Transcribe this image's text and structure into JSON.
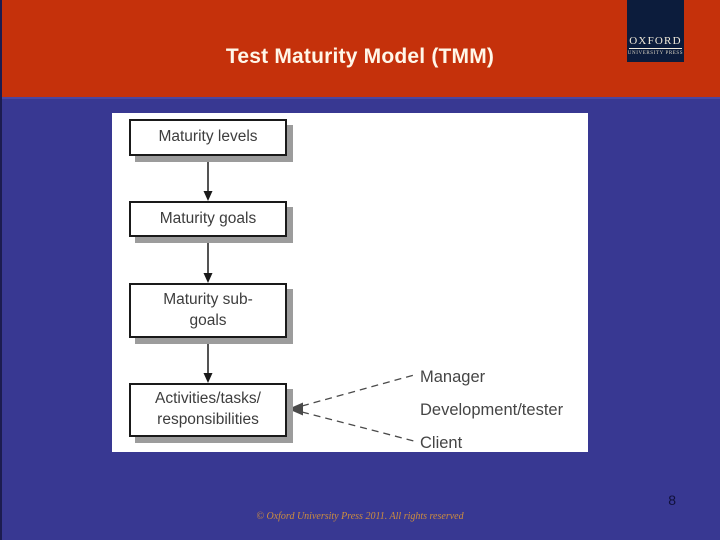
{
  "slide": {
    "title": "Test Maturity Model (TMM)",
    "page_number": "8",
    "footer": "© Oxford University Press 2011. All rights reserved"
  },
  "logo": {
    "publisher": "Oxford University Press",
    "line1": "OXFORD",
    "line2": "UNIVERSITY PRESS"
  },
  "diagram": {
    "type": "flowchart",
    "boxes": [
      {
        "label": "Maturity levels"
      },
      {
        "label": "Maturity goals"
      },
      {
        "label": "Maturity sub-\ngoals"
      },
      {
        "label": "Activities/tasks/\nresponsibilities"
      }
    ],
    "flow_order": [
      "Maturity levels",
      "Maturity goals",
      "Maturity sub-goals",
      "Activities/tasks/responsibilities"
    ],
    "stakeholders": [
      {
        "label": "Manager"
      },
      {
        "label": "Development/tester"
      },
      {
        "label": "Client"
      }
    ]
  },
  "colors": {
    "header_red": "#c5310b",
    "background_blue": "#383892",
    "logo_navy": "#0c1c3c",
    "title_cream": "#fff6e8",
    "footer_orange": "#ce8d3e",
    "box_border_black": "#1a1a1a",
    "box_shadow_gray": "#9c9c9c"
  }
}
